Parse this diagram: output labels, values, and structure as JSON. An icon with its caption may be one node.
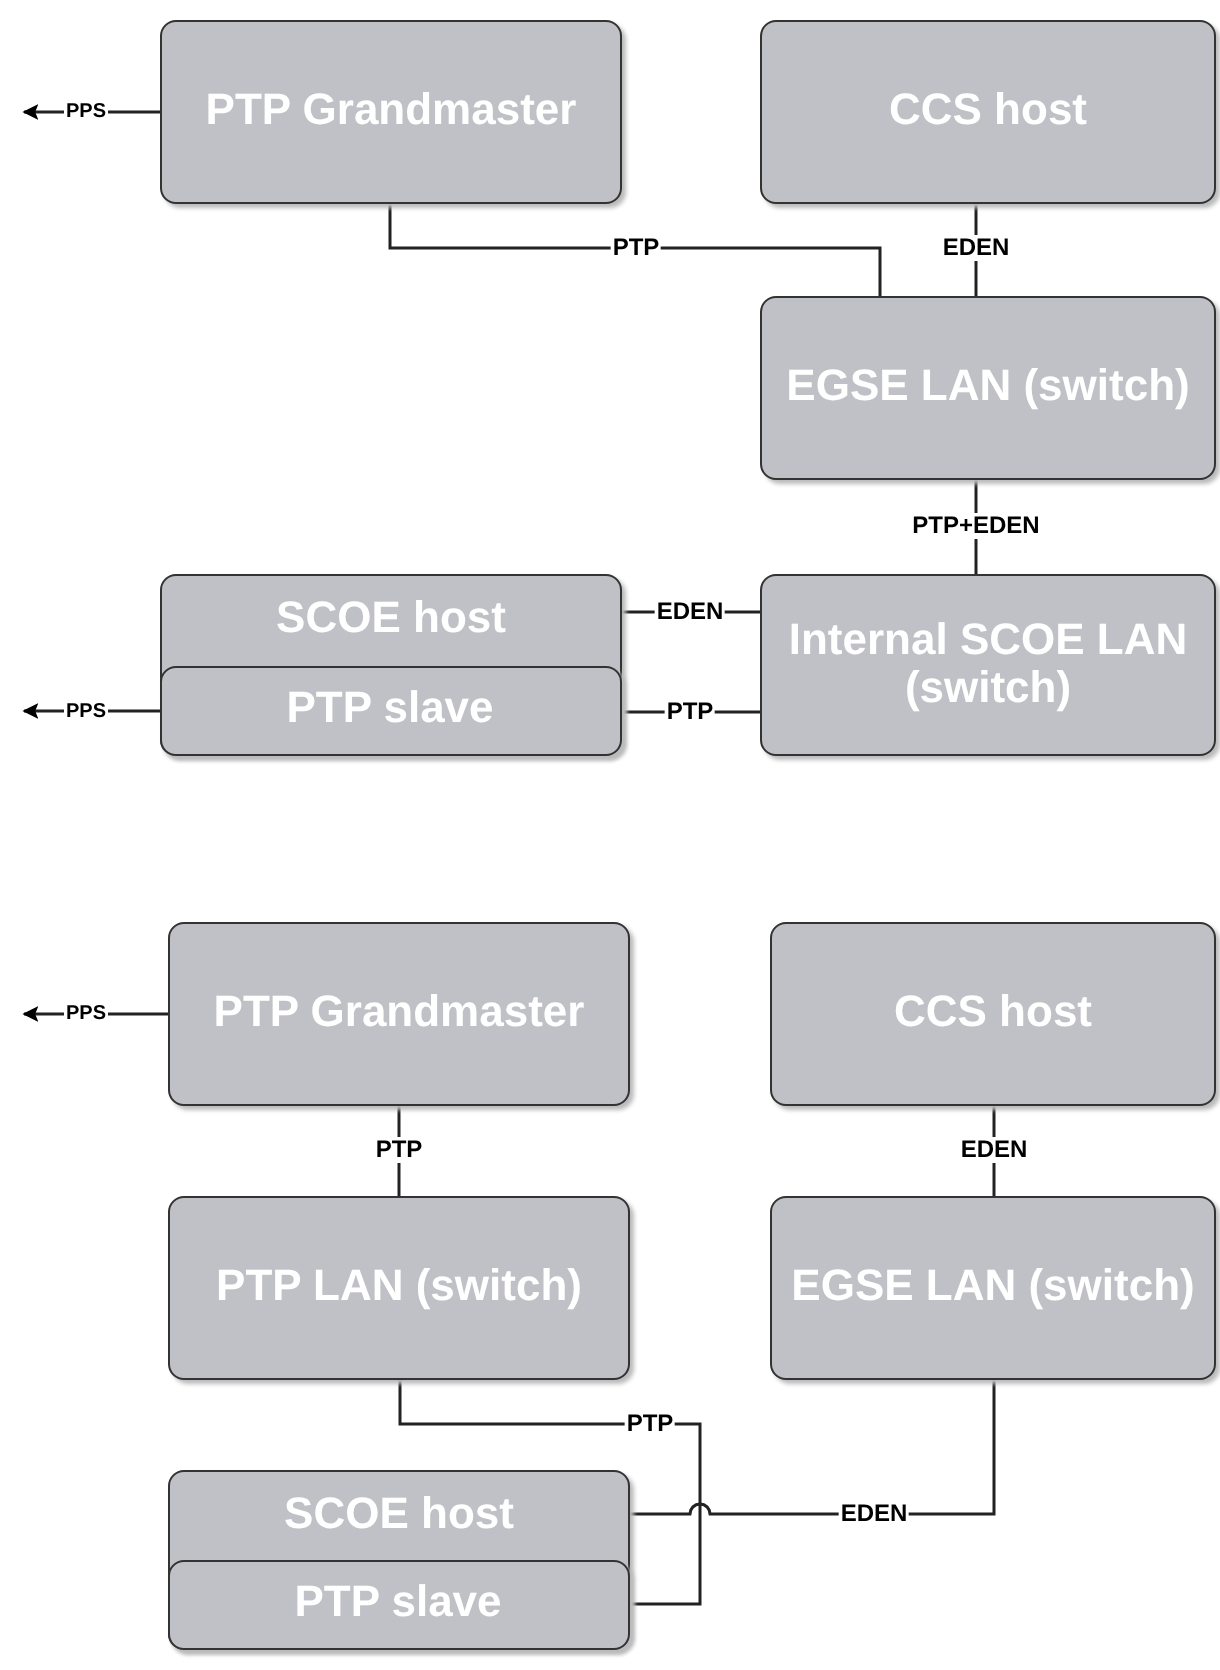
{
  "diagram": {
    "nodes": [
      {
        "text": [
          "PTP Grandmaster"
        ]
      },
      {
        "text": [
          "CCS host"
        ]
      },
      {
        "text": [
          "EGSE LAN (switch)"
        ]
      },
      {
        "text": [
          "SCOE host"
        ]
      },
      {
        "text": [
          "PTP slave"
        ],
        "in": 3
      },
      {
        "text": [
          "Internal SCOE LAN (switch)"
        ]
      },
      {
        "text": [
          "PTP Grandmaster"
        ]
      },
      {
        "text": [
          "CCS host"
        ]
      },
      {
        "text": [
          "PTP LAN (switch)"
        ]
      },
      {
        "text": [
          "EGSE LAN (switch)"
        ]
      },
      {
        "text": [
          "SCOE host"
        ]
      },
      {
        "text": [
          "PTP slave"
        ],
        "in": 10
      }
    ],
    "edges": [
      {
        "from": 0,
        "to": null,
        "arrow": "to",
        "label": "PPS"
      },
      {
        "from": 0,
        "to": 2,
        "arrow": "none",
        "label": "PTP"
      },
      {
        "from": 1,
        "to": 2,
        "arrow": "none",
        "label": "EDEN"
      },
      {
        "from": 2,
        "to": 5,
        "arrow": "none",
        "label": "PTP+EDEN"
      },
      {
        "from": 3,
        "to": 5,
        "arrow": "none",
        "label": "EDEN"
      },
      {
        "from": 4,
        "to": 5,
        "arrow": "none",
        "label": "PTP"
      },
      {
        "from": 4,
        "to": null,
        "arrow": "to",
        "label": "PPS"
      },
      {
        "from": 6,
        "to": null,
        "arrow": "to",
        "label": "PPS"
      },
      {
        "from": 6,
        "to": 8,
        "arrow": "none",
        "label": "PTP"
      },
      {
        "from": 7,
        "to": 9,
        "arrow": "none",
        "label": "EDEN"
      },
      {
        "from": 8,
        "to": 11,
        "arrow": "none",
        "label": "PTP"
      },
      {
        "from": 9,
        "to": 10,
        "arrow": "none",
        "label": "EDEN"
      }
    ]
  }
}
